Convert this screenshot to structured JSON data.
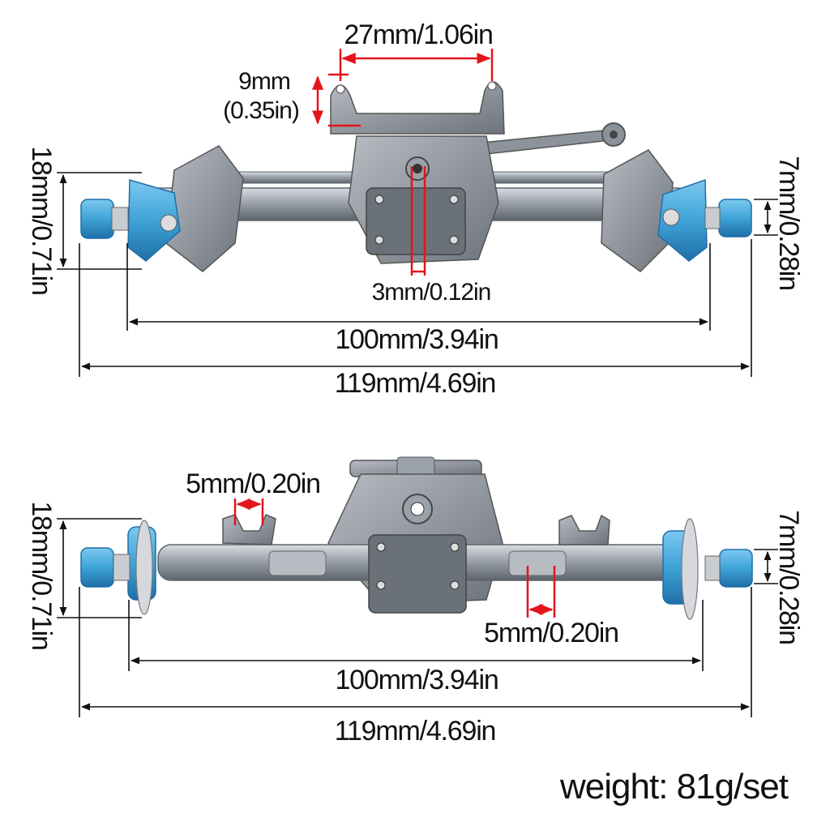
{
  "front_axle": {
    "link_spacing": "27mm/1.06in",
    "mount_height_mm": "9mm",
    "mount_height_in": "(0.35in)",
    "hub_height": "18mm/0.71in",
    "hex_width": "7mm/0.28in",
    "pinion_offset": "3mm/0.12in",
    "hub_to_hub": "100mm/3.94in",
    "overall_width": "119mm/4.69in"
  },
  "rear_axle": {
    "left_bracket_width": "5mm/0.20in",
    "right_bracket_width": "5mm/0.20in",
    "hub_height": "18mm/0.71in",
    "hex_width": "7mm/0.28in",
    "hub_to_hub": "100mm/3.94in",
    "overall_width": "119mm/4.69in"
  },
  "weight": "weight: 81g/set",
  "colors": {
    "housing": "#8e949c",
    "housing_dark": "#5f656d",
    "hub_blue": "#3fa3d8",
    "hub_blue_dark": "#1f6fa8",
    "dimension_black": "#111111",
    "dimension_red": "#e3141b"
  }
}
